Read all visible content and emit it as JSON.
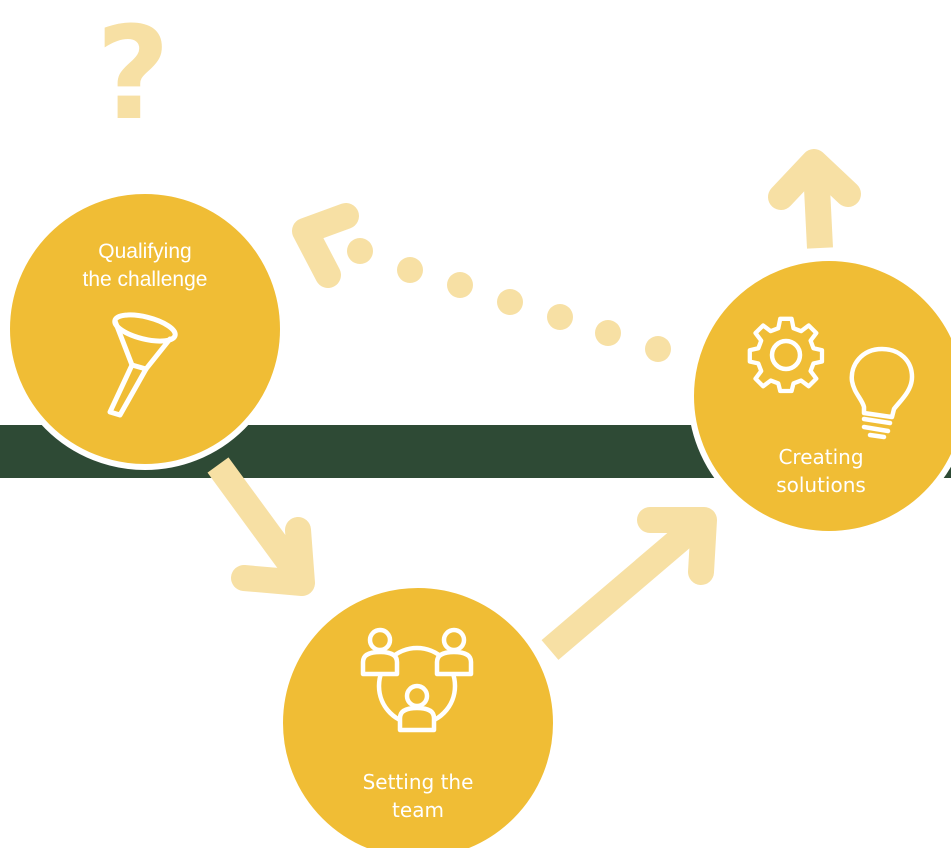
{
  "steps": [
    {
      "label": "Qualifying\nthe challenge",
      "icon": "funnel-icon"
    },
    {
      "label": "Setting the\nteam",
      "icon": "team-network-icon"
    },
    {
      "label": "Creating\nsolutions",
      "icon": "gear-lightbulb-icon"
    }
  ],
  "decorations": {
    "question_mark": "?"
  },
  "colors": {
    "node_fill": "#f0bd35",
    "arrow": "#f7e0a4",
    "band": "#2e4a35",
    "text": "#ffffff"
  }
}
